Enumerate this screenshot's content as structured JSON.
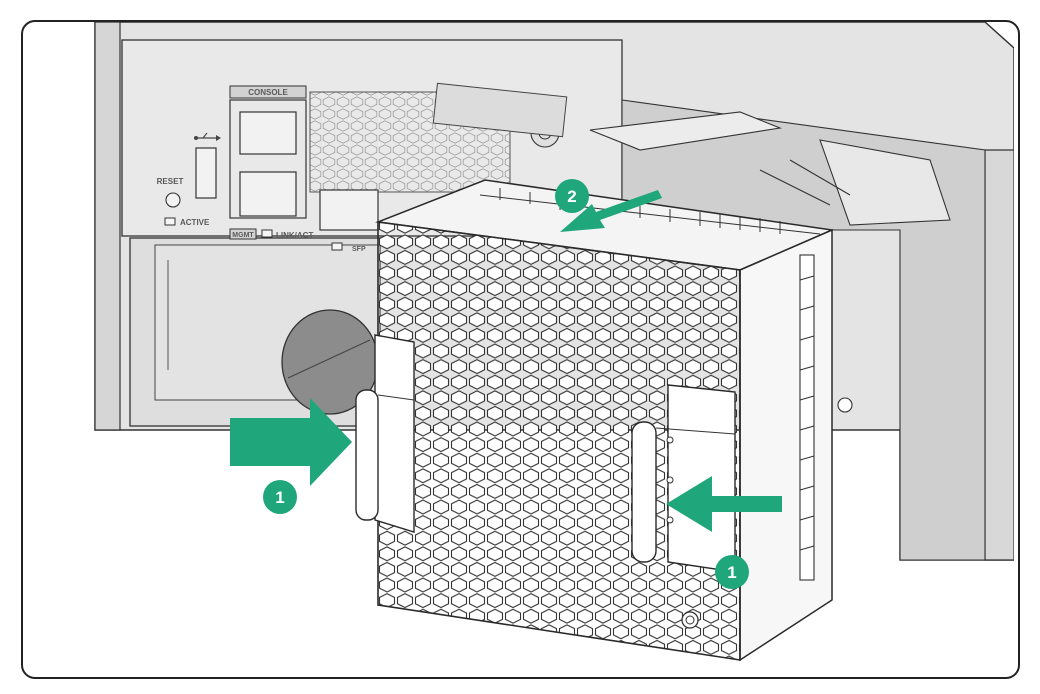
{
  "chassis": {
    "console_label": "CONSOLE",
    "reset_label": "RESET",
    "active_label": "ACTIVE",
    "mgmt_label": "MGMT",
    "linkact_label": "LINK/ACT",
    "sfp_label": "SFP",
    "usb_icon": "usb-icon"
  },
  "steps": {
    "step1_left": "1",
    "step1_right": "1",
    "step2": "2"
  },
  "colors": {
    "arrow": "#1fa67a",
    "badge": "#1fa67a",
    "chassis_fill": "#e4e4e4",
    "module_fill": "#ffffff",
    "outline": "#2a2a2a"
  }
}
